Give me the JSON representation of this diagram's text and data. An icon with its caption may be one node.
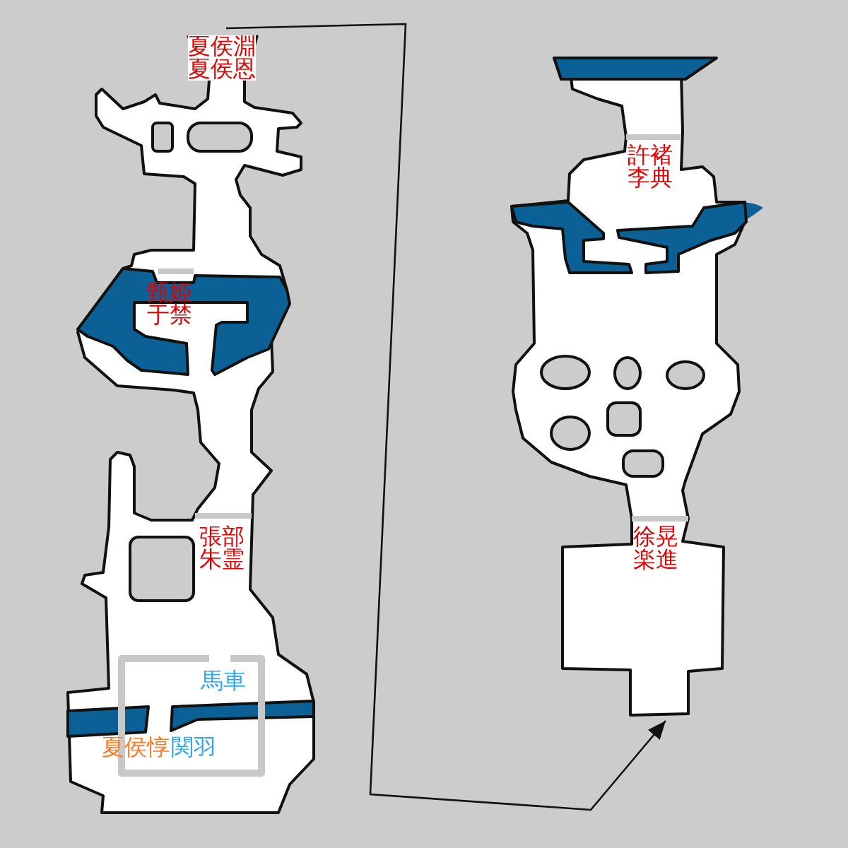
{
  "diagram": {
    "nodes": [
      {
        "text": [
          "夏侯淵",
          "夏侯恩",
          "甄姫",
          "于禁",
          "張部",
          "朱霊",
          "馬車",
          "夏侯惇",
          "関羽"
        ]
      },
      {
        "text": [
          "許褚",
          "李典",
          "徐晃",
          "楽進"
        ]
      }
    ],
    "edges": [
      {
        "from": 0,
        "to": 1,
        "arrow": "to"
      }
    ]
  }
}
